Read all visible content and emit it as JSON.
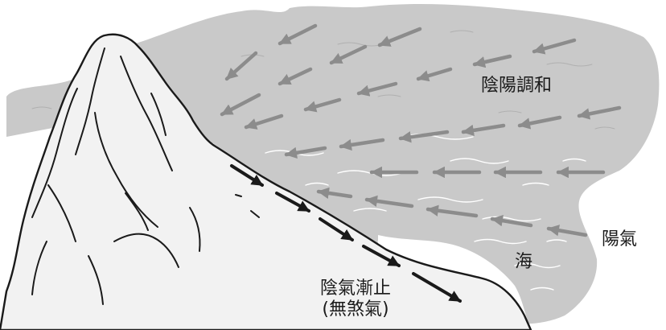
{
  "labels": {
    "yin_yang_harmony": "陰陽調和",
    "yang_qi": "陽氣",
    "sea": "海",
    "yin_qi_line1": "陰氣漸止",
    "yin_qi_line2": "(無煞氣)"
  },
  "colors": {
    "sea": "#c9c9c9",
    "sea_highlight": "#ffffff",
    "mountain": "#f2f2f2",
    "outline": "#1a1a1a",
    "yang_arrow": "#8c8c8c",
    "yin_arrow": "#1a1a1a"
  },
  "icons": {
    "yang_arrows": "gray-left-arrow-icon",
    "yin_arrows": "black-dashed-arrow-icon"
  }
}
